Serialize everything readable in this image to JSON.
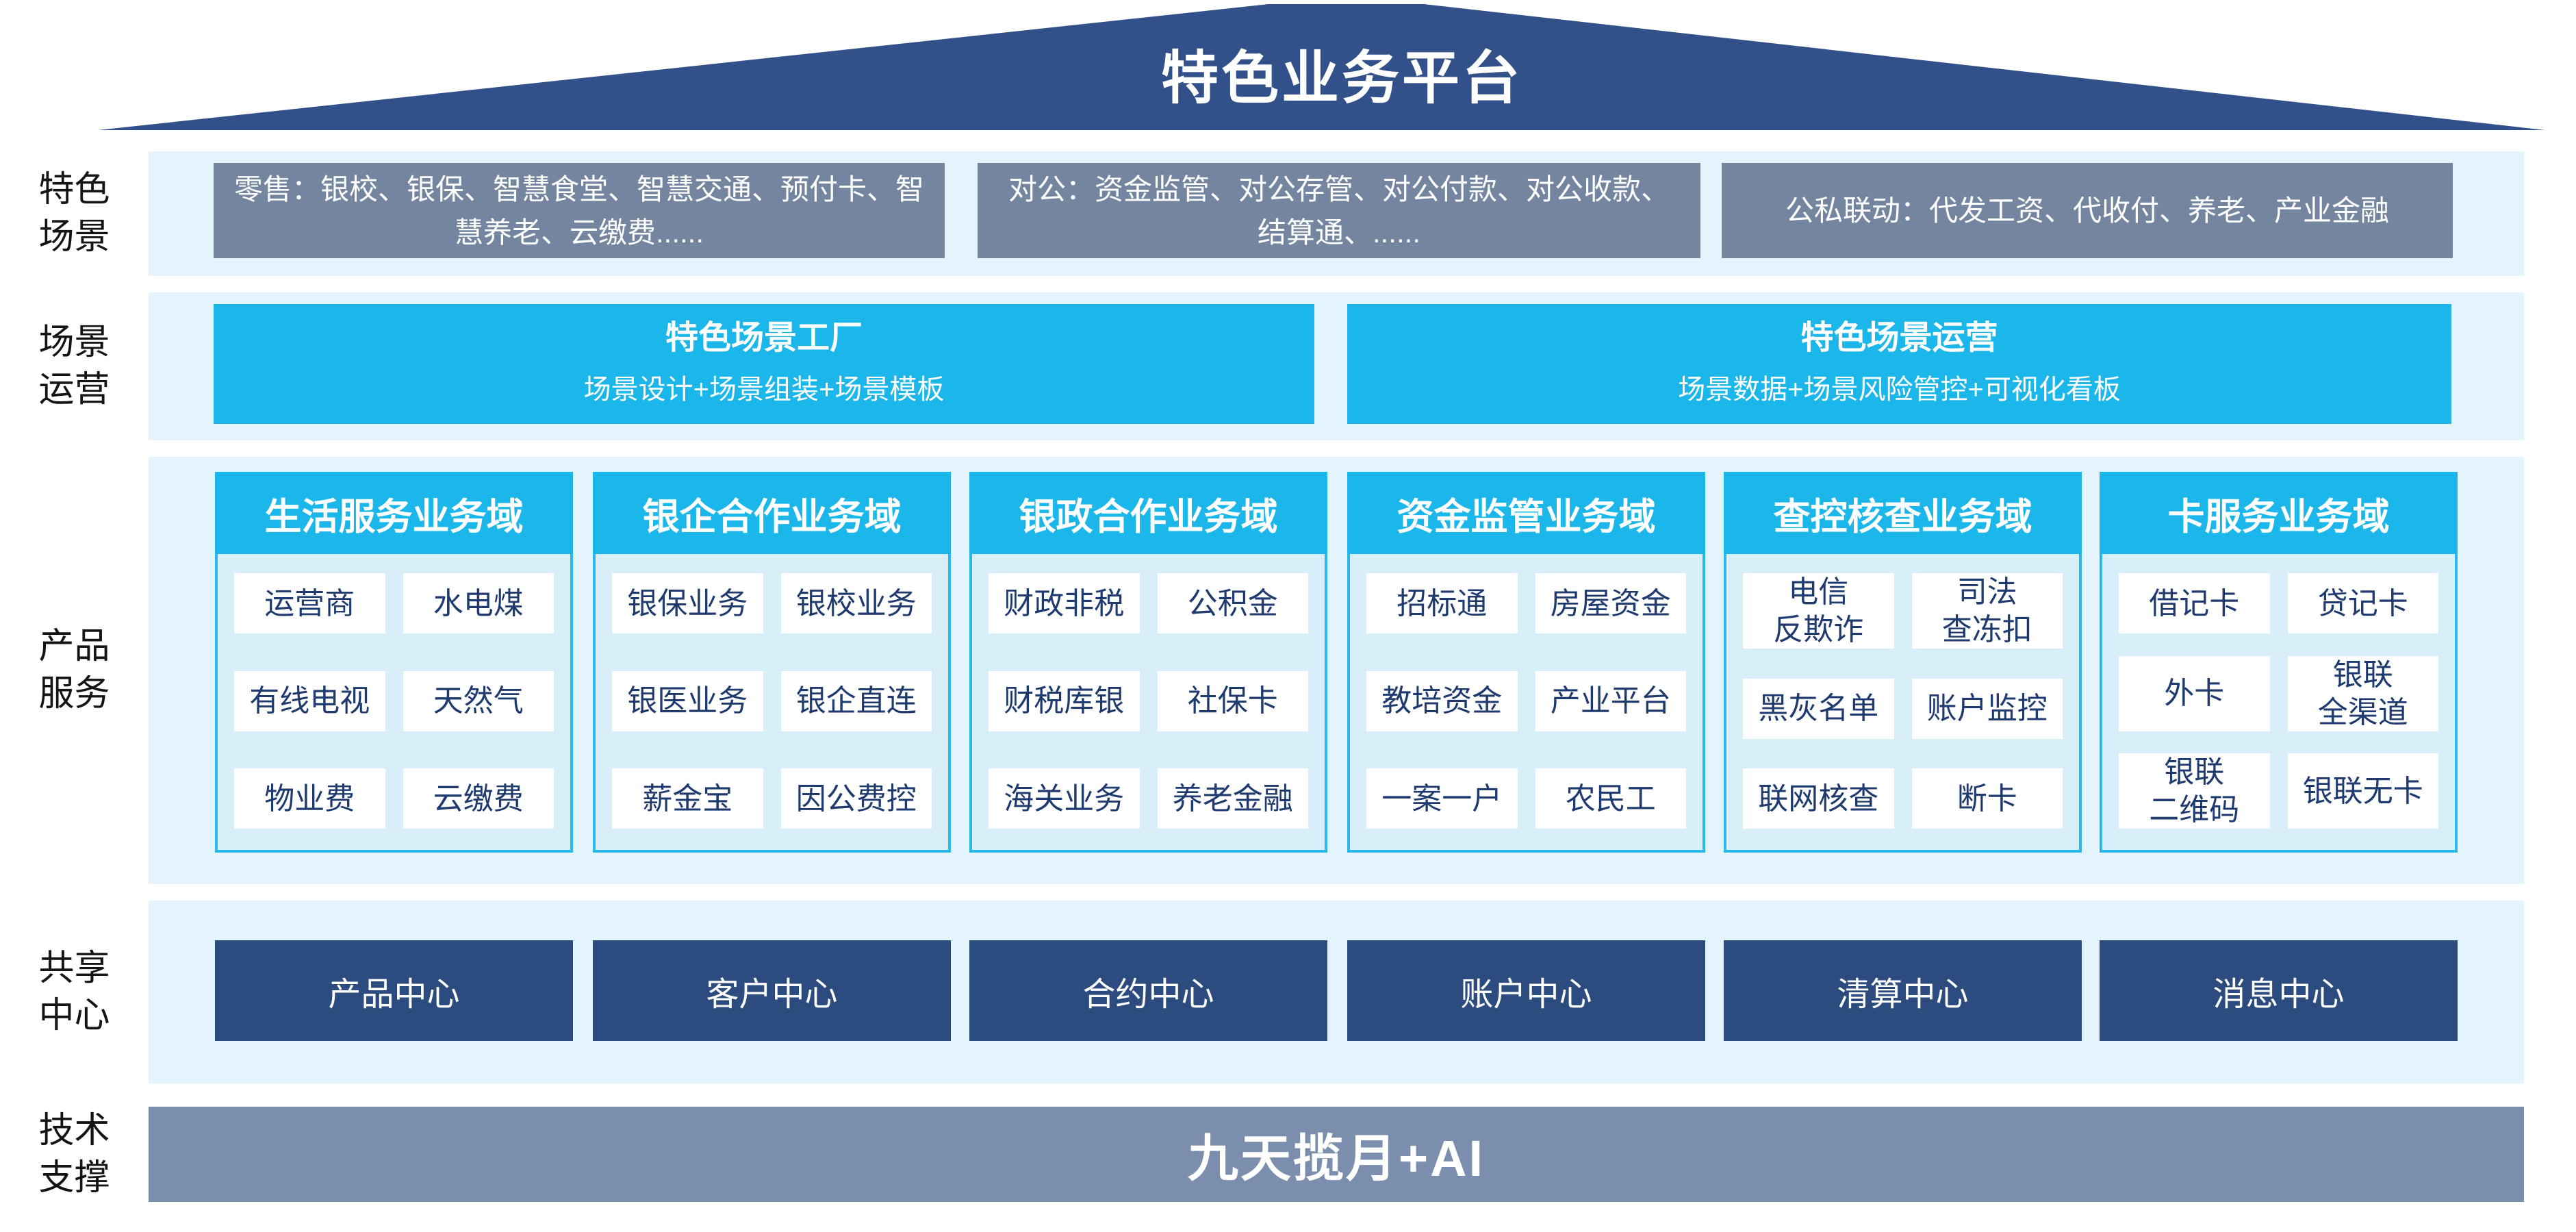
{
  "roof": {
    "title": "特色业务平台"
  },
  "sections": {
    "scenarios": {
      "label": "特色\n场景",
      "boxes": [
        "零售：银校、银保、智慧食堂、智慧交通、预付卡、智慧养老、云缴费......",
        "对公：资金监管、对公存管、对公付款、对公收款、结算通、......",
        "公私联动：代发工资、代收付、养老、产业金融"
      ]
    },
    "operations": {
      "label": "场景\n运营",
      "boxes": [
        {
          "title": "特色场景工厂",
          "subtitle": "场景设计+场景组装+场景模板"
        },
        {
          "title": "特色场景运营",
          "subtitle": "场景数据+场景风险管控+可视化看板"
        }
      ]
    },
    "products": {
      "label": "产品\n服务",
      "domains": [
        {
          "header": "生活服务业务域",
          "items": [
            "运营商",
            "水电煤",
            "有线电视",
            "天然气",
            "物业费",
            "云缴费"
          ]
        },
        {
          "header": "银企合作业务域",
          "items": [
            "银保业务",
            "银校业务",
            "银医业务",
            "银企直连",
            "薪金宝",
            "因公费控"
          ]
        },
        {
          "header": "银政合作业务域",
          "items": [
            "财政非税",
            "公积金",
            "财税库银",
            "社保卡",
            "海关业务",
            "养老金融"
          ]
        },
        {
          "header": "资金监管业务域",
          "items": [
            "招标通",
            "房屋资金",
            "教培资金",
            "产业平台",
            "一案一户",
            "农民工"
          ]
        },
        {
          "header": "查控核查业务域",
          "items": [
            "电信\n反欺诈",
            "司法\n查冻扣",
            "黑灰名单",
            "账户监控",
            "联网核查",
            "断卡"
          ]
        },
        {
          "header": "卡服务业务域",
          "items": [
            "借记卡",
            "贷记卡",
            "外卡",
            "银联\n全渠道",
            "银联\n二维码",
            "银联无卡"
          ]
        }
      ]
    },
    "centers": {
      "label": "共享\n中心",
      "boxes": [
        "产品中心",
        "客户中心",
        "合约中心",
        "账户中心",
        "清算中心",
        "消息中心"
      ]
    },
    "tech": {
      "label": "技术\n支撑",
      "bar": "九天揽月+AI"
    }
  },
  "colors": {
    "roof_navy": "#32508A",
    "scenario_slate": "#74869F",
    "accent_cyan": "#1CB7EA",
    "domain_body_blue": "#D8EFFA",
    "item_text_navy": "#1E3A6E",
    "center_navy": "#2C4B7E",
    "tech_bar_slate": "#7B8EAD",
    "band_background": "#E4F4FC"
  }
}
